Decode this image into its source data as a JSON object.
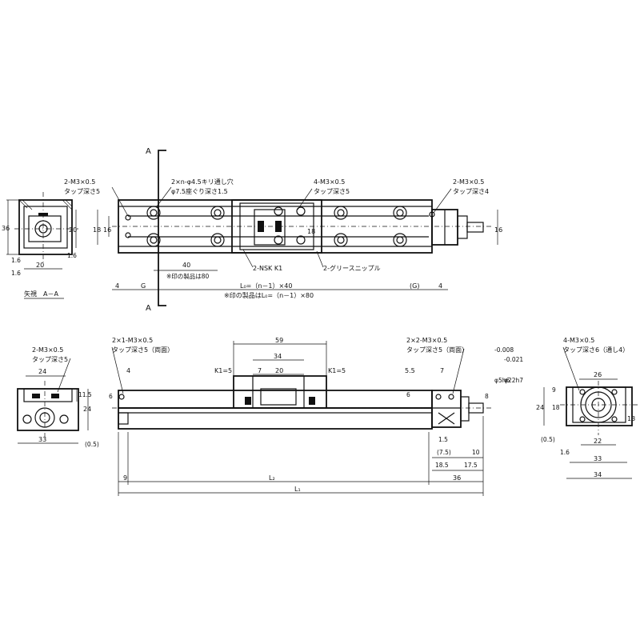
{
  "section_marks": {
    "a_top": "A",
    "a_bottom": "A",
    "view_label": "矢視　A－A"
  },
  "callouts": {
    "top_left_1": "2-M3×0.5",
    "top_left_2": "タップ深さ5",
    "top_holes_1": "2×n-φ4.5キリ通し穴",
    "top_holes_2": "φ7.5座ぐり深さ1.5",
    "top_mid_1": "4-M3×0.5",
    "top_mid_2": "タップ深さ5",
    "top_right_1": "2-M3×0.5",
    "top_right_2": "タップ深さ4",
    "nsk_k1": "2-NSK K1",
    "grease": "2-グリースニップル",
    "note80": "※印の製品は80",
    "l0": "L₀=（n－1）×40",
    "note_l0": "※印の製品はL₀=（n－1）×80",
    "front_left_1": "2×1-M3×0.5",
    "front_left_2": "タップ深さ5（両面）",
    "front_right_1": "2×2-M3×0.5",
    "front_right_2": "タップ深さ5（両面）",
    "end_left_1": "2-M3×0.5",
    "end_left_2": "タップ深さ5",
    "end_right_1": "4-M3×0.5",
    "end_right_2": "タップ深さ6（通し4）",
    "shaft_fit_1": "φ5h6",
    "shaft_fit_1_tol": "-0.008",
    "shaft_fit_2": "φ22h7",
    "shaft_fit_2_tol": "-0.021"
  },
  "dimensions": {
    "av_36": "36",
    "av_20": "20",
    "av_16": "1.6",
    "av_16b": "1.6",
    "av_w20": "20",
    "av_16c": "1.6",
    "tv_18": "18",
    "tv_16": "16",
    "tv_18b": "18",
    "tv_16r": "16",
    "tv_40": "40",
    "tv_4l": "4",
    "tv_g": "G",
    "tv_gr": "(G)",
    "tv_4r": "4",
    "fv_59": "59",
    "fv_34": "34",
    "fv_k1l": "K1=5",
    "fv_k1r": "K1=5",
    "fv_7": "7",
    "fv_20": "20",
    "fv_4": "4",
    "fv_6l": "6",
    "fv_55": "5.5",
    "fv_7r": "7",
    "fv_6r": "6",
    "fv_8": "8",
    "fv_15": "1.5",
    "fv_75": "(7.5)",
    "fv_10": "10",
    "fv_185": "18.5",
    "fv_175": "17.5",
    "fv_9": "9",
    "fv_l2": "L₂",
    "fv_36": "36",
    "fv_l1": "L₁",
    "le_24": "24",
    "le_115": "11.5",
    "le_24v": "24",
    "le_33": "33",
    "le_05": "(0.5)",
    "re_26": "26",
    "re_9": "9",
    "re_18": "18",
    "re_24": "24",
    "re_13": "13",
    "re_22": "22",
    "re_33": "33",
    "re_34": "34",
    "re_05": "(0.5)",
    "re_16": "1.6"
  }
}
